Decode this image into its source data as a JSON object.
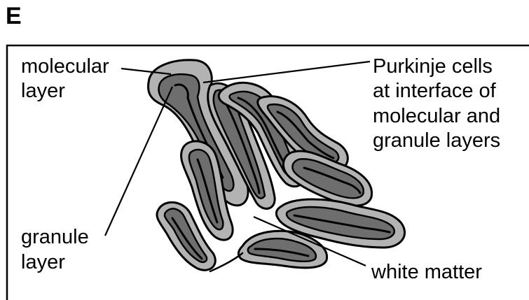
{
  "panel_letter": "E",
  "labels": {
    "molecular_line1": "molecular",
    "molecular_line2": "layer",
    "granule_line1": "granule",
    "granule_line2": "layer",
    "purkinje_line1": "Purkinje cells",
    "purkinje_line2": "at interface of",
    "purkinje_line3": "molecular and",
    "purkinje_line4": "granule layers",
    "white_matter": "white matter"
  },
  "colors": {
    "molecular_layer": "#b3b3b3",
    "granule_layer": "#6e6e6e",
    "white_matter": "#ffffff",
    "outline": "#000000"
  }
}
